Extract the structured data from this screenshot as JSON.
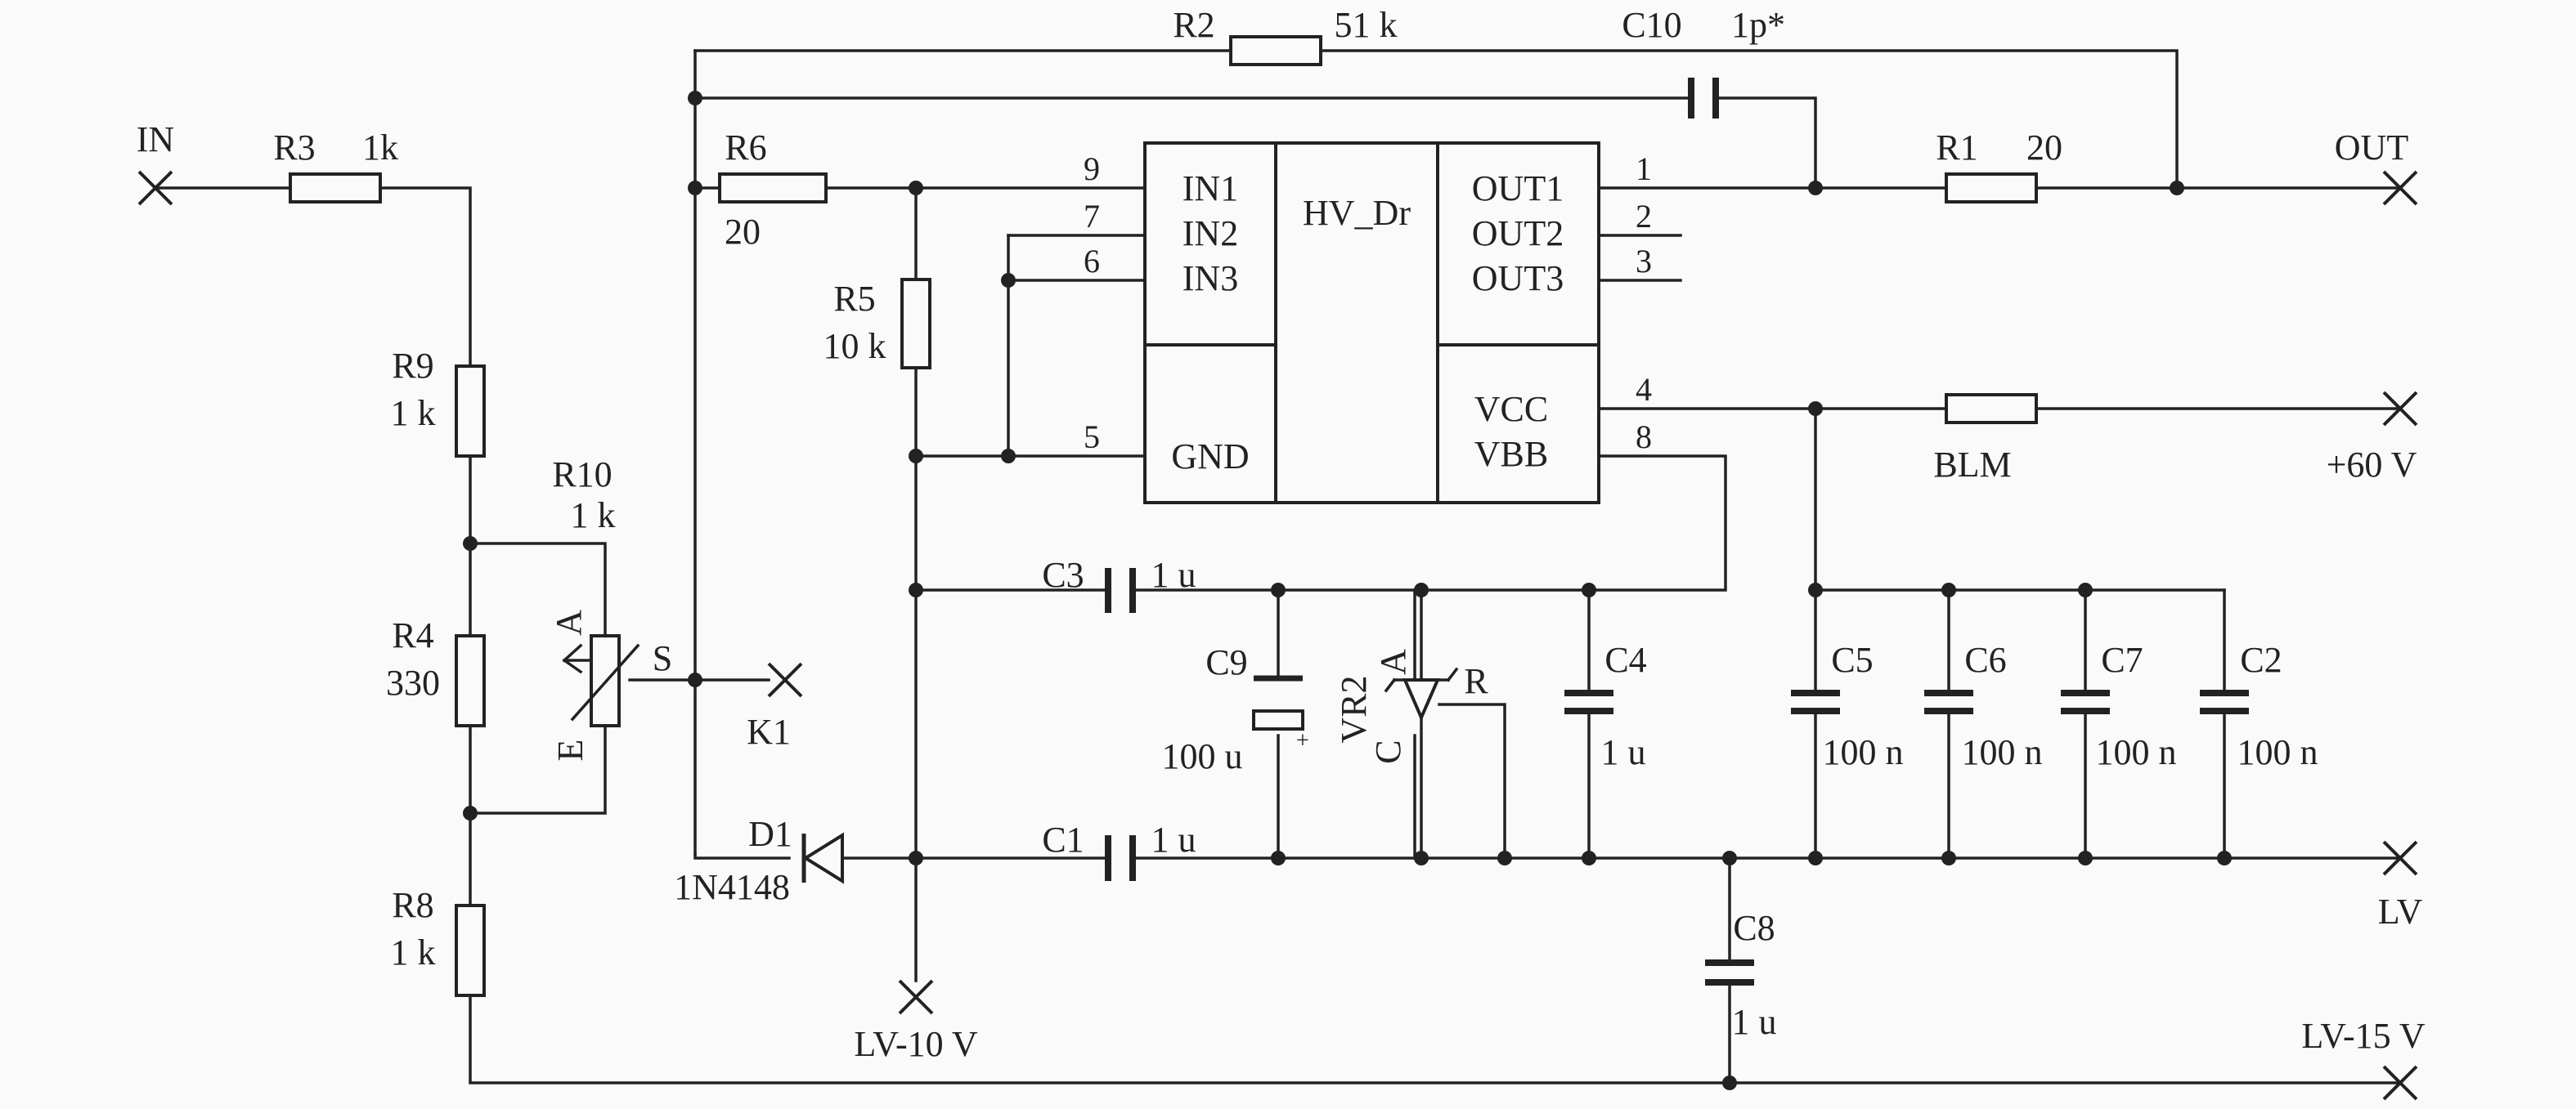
{
  "schematic": {
    "ic": {
      "name": "HV_Dr",
      "inputs": [
        "IN1",
        "IN2",
        "IN3"
      ],
      "outputs": [
        "OUT1",
        "OUT2",
        "OUT3"
      ],
      "gnd": "GND",
      "vcc": "VCC",
      "vbb": "VBB",
      "pins": {
        "in1": "9",
        "in2": "7",
        "in3": "6",
        "gnd": "5",
        "out1": "1",
        "out2": "2",
        "out3": "3",
        "vcc": "4",
        "vbb": "8"
      }
    },
    "terminals": {
      "in": "IN",
      "out": "OUT",
      "v60": "+60 V",
      "lv": "LV",
      "lv15": "LV-15 V",
      "lv10": "LV-10 V",
      "k1": "K1"
    },
    "components": {
      "r1": {
        "ref": "R1",
        "value": "20"
      },
      "r2": {
        "ref": "R2",
        "value": "51 k"
      },
      "r3": {
        "ref": "R3",
        "value": "1k"
      },
      "r4": {
        "ref": "R4",
        "value": "330"
      },
      "r5": {
        "ref": "R5",
        "value": "10 k"
      },
      "r6": {
        "ref": "R6",
        "value": "20"
      },
      "r8": {
        "ref": "R8",
        "value": "1 k"
      },
      "r9": {
        "ref": "R9",
        "value": "1 k"
      },
      "r10": {
        "ref": "R10",
        "value": "1 k",
        "pin_a": "A",
        "pin_e": "E",
        "pin_s": "S"
      },
      "c1": {
        "ref": "C1",
        "value": "1 u"
      },
      "c2": {
        "ref": "C2",
        "value": "100 n"
      },
      "c3": {
        "ref": "C3",
        "value": "1 u"
      },
      "c4": {
        "ref": "C4",
        "value": "1 u"
      },
      "c5": {
        "ref": "C5",
        "value": "100 n"
      },
      "c6": {
        "ref": "C6",
        "value": "100 n"
      },
      "c7": {
        "ref": "C7",
        "value": "100 n"
      },
      "c8": {
        "ref": "C8",
        "value": "1 u"
      },
      "c9": {
        "ref": "C9",
        "value": "100 u",
        "polarity": "+"
      },
      "c10": {
        "ref": "C10",
        "value": "1p*"
      },
      "d1": {
        "ref": "D1",
        "value": "1N4148"
      },
      "vr2": {
        "ref": "VR2",
        "pin_a": "A",
        "pin_c": "C",
        "pin_r": "R"
      },
      "blm": {
        "ref": "BLM"
      }
    }
  }
}
